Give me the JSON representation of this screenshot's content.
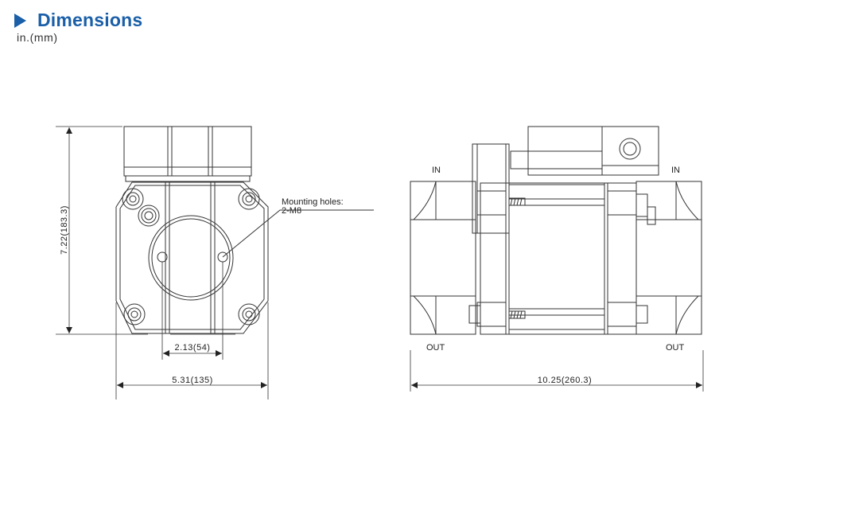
{
  "header": {
    "title": "Dimensions",
    "units": "in.(mm)"
  },
  "front_view": {
    "height_dim": "7.22(183.3)",
    "hole_spacing_dim": "2.13(54)",
    "width_dim": "5.31(135)",
    "callout_line1": "Mounting holes:",
    "callout_line2": "2-M8"
  },
  "side_view": {
    "in_left": "IN",
    "in_right": "IN",
    "out_left": "OUT",
    "out_right": "OUT",
    "length_dim": "10.25(260.3)"
  },
  "colors": {
    "title": "#1a5fa8",
    "line": "#333333"
  }
}
